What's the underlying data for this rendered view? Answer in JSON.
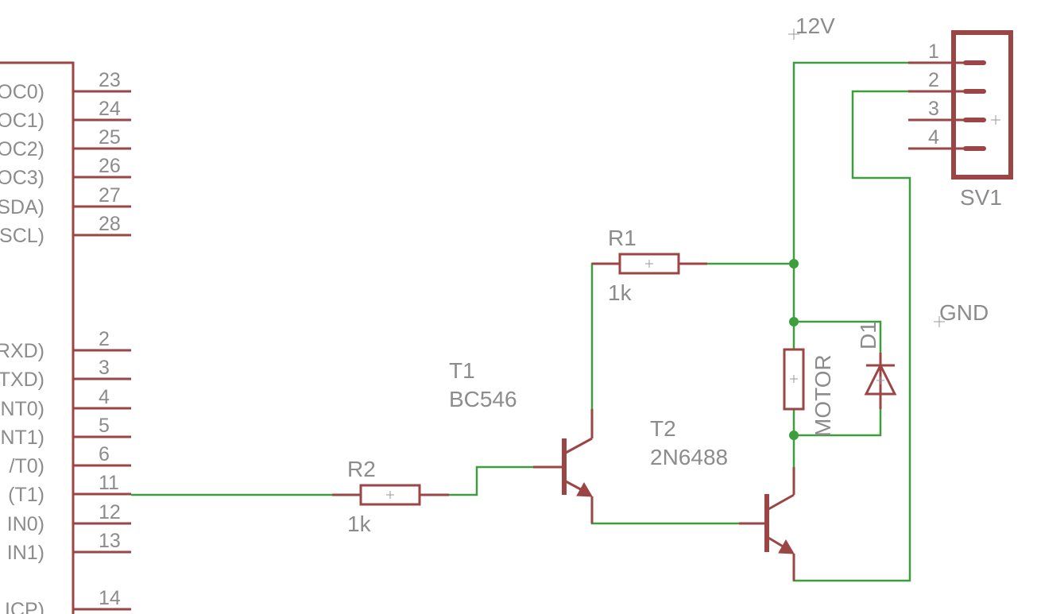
{
  "mcu": {
    "pins_top": [
      {
        "num": "23",
        "name": "OC0)"
      },
      {
        "num": "24",
        "name": "OC1)"
      },
      {
        "num": "25",
        "name": "OC2)"
      },
      {
        "num": "26",
        "name": "OC3)"
      },
      {
        "num": "27",
        "name": "SDA)"
      },
      {
        "num": "28",
        "name": "SCL)"
      }
    ],
    "pins_bottom": [
      {
        "num": "2",
        "name": "RXD)"
      },
      {
        "num": "3",
        "name": "TXD)"
      },
      {
        "num": "4",
        "name": "NT0)"
      },
      {
        "num": "5",
        "name": "NT1)"
      },
      {
        "num": "6",
        "name": "/T0)"
      },
      {
        "num": "11",
        "name": "(T1)"
      },
      {
        "num": "12",
        "name": "IN0)"
      },
      {
        "num": "13",
        "name": "IN1)"
      },
      {
        "num": "14",
        "name": "ICP)"
      }
    ]
  },
  "parts": {
    "r1": {
      "name": "R1",
      "value": "1k"
    },
    "r2": {
      "name": "R2",
      "value": "1k"
    },
    "t1": {
      "name": "T1",
      "value": "BC546"
    },
    "t2": {
      "name": "T2",
      "value": "2N6488"
    },
    "motor": {
      "name": "MOTOR"
    },
    "d1": {
      "name": "D1"
    },
    "sv1": {
      "name": "SV1",
      "pins": [
        "1",
        "2",
        "3",
        "4"
      ]
    }
  },
  "supplies": {
    "vcc": "12V",
    "gnd": "GND"
  }
}
